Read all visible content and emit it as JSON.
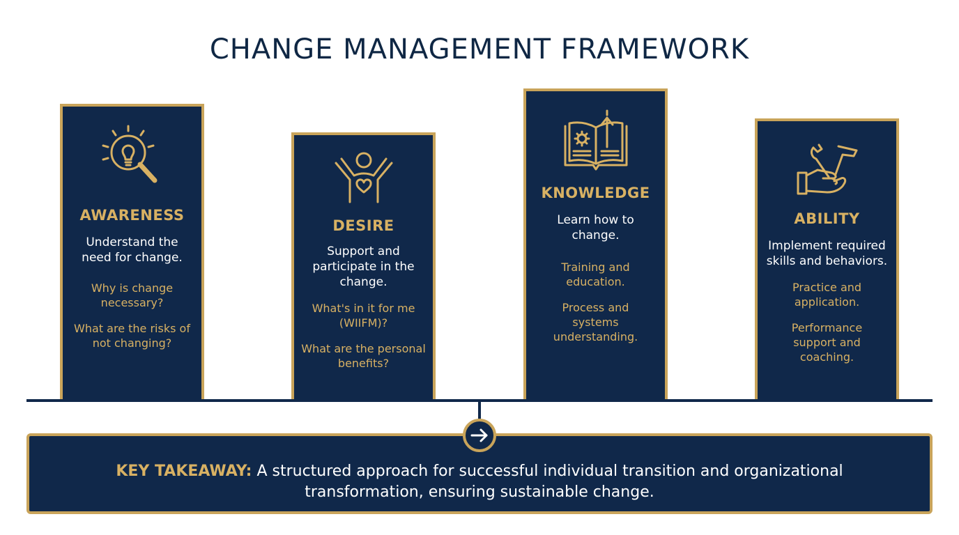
{
  "title": "CHANGE MANAGEMENT FRAMEWORK",
  "colors": {
    "navy": "#10284a",
    "gold": "#c9a45a",
    "gold_text": "#d8b163",
    "title_text": "#0f2744"
  },
  "pillars": [
    {
      "heading": "AWARENESS",
      "icon": "lightbulb-magnifier-icon",
      "desc": "Understand the need for change.",
      "points": [
        "Why is change necessary?",
        "What are the risks of not changing?"
      ]
    },
    {
      "heading": "DESIRE",
      "icon": "person-heart-raised-arms-icon",
      "desc": "Support and participate in the change.",
      "points": [
        "What's in it for me (WIIFM)?",
        "What are the personal benefits?"
      ]
    },
    {
      "heading": "KNOWLEDGE",
      "icon": "open-book-gear-arrow-icon",
      "desc": "Learn how to change.",
      "points": [
        "Training and education.",
        "Process and systems understanding."
      ]
    },
    {
      "heading": "ABILITY",
      "icon": "hand-wrench-hammer-icon",
      "desc": "Implement required skills and behaviors.",
      "points": [
        "Practice and application.",
        "Performance support and coaching."
      ]
    }
  ],
  "takeaway": {
    "label": "KEY TAKEAWAY:",
    "text": "A structured approach for successful individual transition and organizational transformation, ensuring sustainable change.",
    "icon": "arrow-right-circle-icon"
  }
}
